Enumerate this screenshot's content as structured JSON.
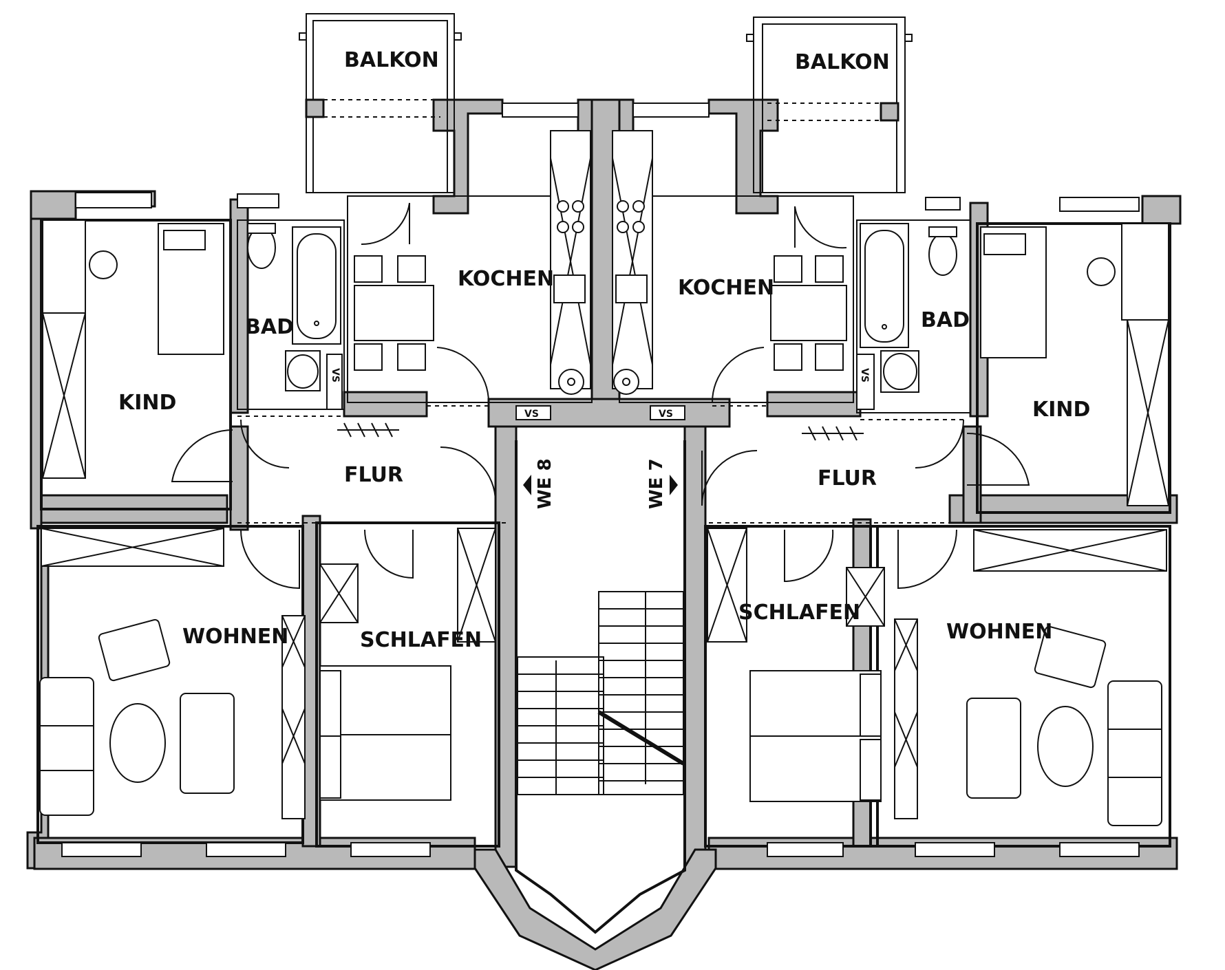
{
  "labels": {
    "balkon_left": "BALKON",
    "balkon_right": "BALKON",
    "kochen_left": "KOCHEN",
    "kochen_right": "KOCHEN",
    "bad_left": "BAD",
    "bad_right": "BAD",
    "kind_left": "KIND",
    "kind_right": "KIND",
    "flur_left": "FLUR",
    "flur_right": "FLUR",
    "wohnen_left": "WOHNEN",
    "wohnen_right": "WOHNEN",
    "schlafen_left": "SCHLAFEN",
    "schlafen_right": "SCHLAFEN",
    "we8": "WE 8",
    "we7": "WE 7",
    "vs": "VS"
  },
  "colors": {
    "wall_fill": "#b9b9b9",
    "line": "#111111",
    "background": "#ffffff"
  }
}
